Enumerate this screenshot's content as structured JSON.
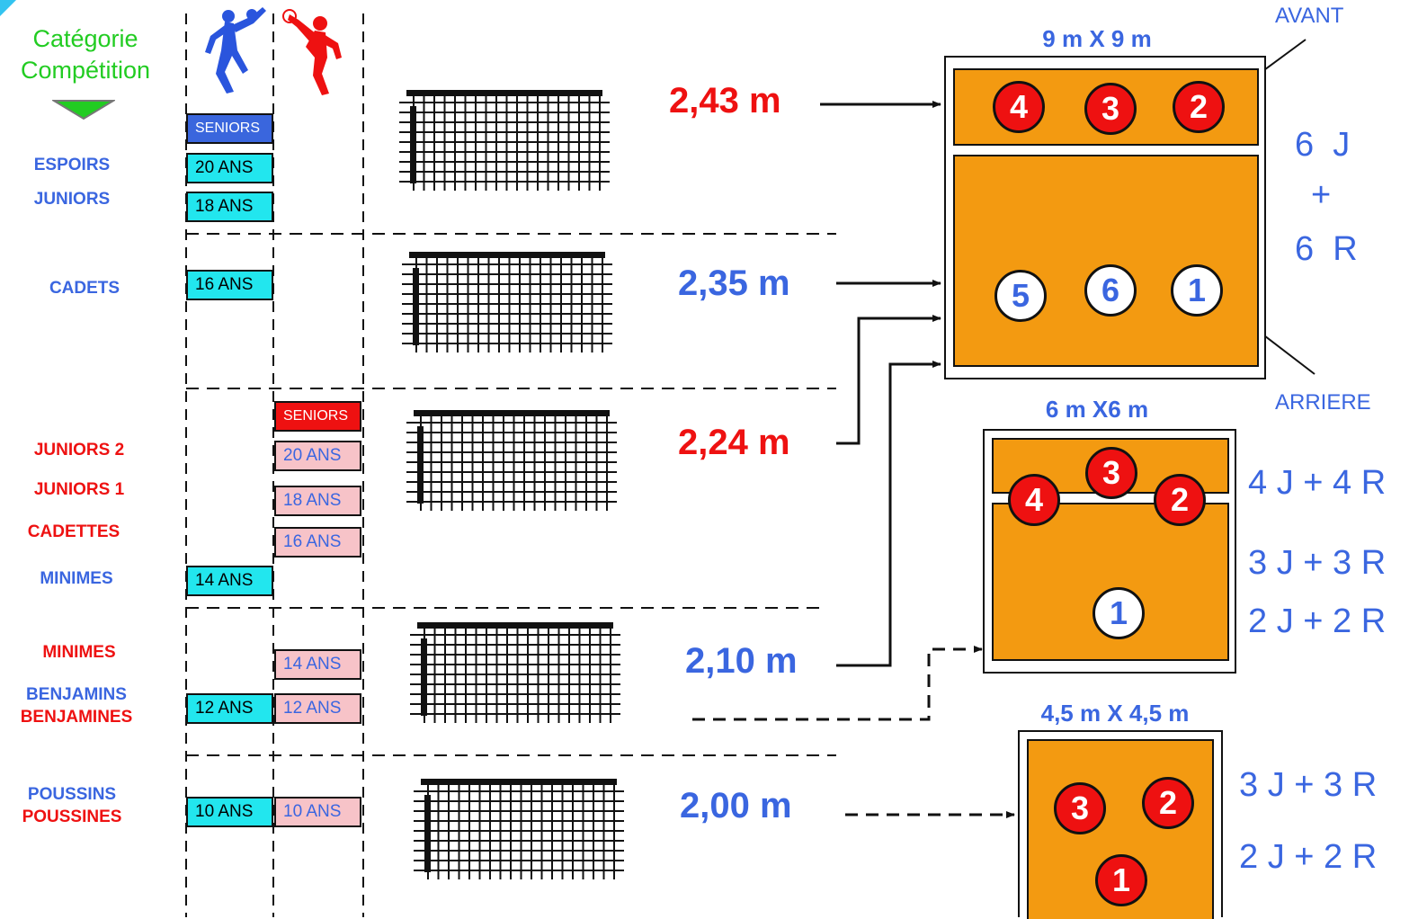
{
  "header": {
    "category_line1": "Catégorie",
    "category_line2": "Compétition"
  },
  "categories": [
    {
      "label": "ESPOIRS",
      "color": "blue"
    },
    {
      "label": "JUNIORS",
      "color": "blue"
    },
    {
      "label": "CADETS",
      "color": "blue"
    },
    {
      "label": "JUNIORS 2",
      "color": "red"
    },
    {
      "label": "JUNIORS 1",
      "color": "red"
    },
    {
      "label": "CADETTES",
      "color": "red"
    },
    {
      "label": "MINIMES",
      "color": "blue"
    },
    {
      "label": "MINIMES",
      "color": "red"
    },
    {
      "label": "BENJAMINS",
      "color": "blue"
    },
    {
      "label": "BENJAMINES",
      "color": "red"
    },
    {
      "label": "POUSSINS",
      "color": "blue"
    },
    {
      "label": "POUSSINES",
      "color": "red"
    }
  ],
  "male_tags": [
    "SENIORS",
    "20 ANS",
    "18 ANS",
    "16 ANS",
    "14 ANS",
    "12 ANS",
    "10 ANS"
  ],
  "female_tags": [
    "SENIORS",
    "20 ANS",
    "18 ANS",
    "16 ANS",
    "14 ANS",
    "12 ANS",
    "10 ANS"
  ],
  "net_heights": [
    {
      "value": "2,43 m",
      "color": "red"
    },
    {
      "value": "2,35 m",
      "color": "blue"
    },
    {
      "value": "2,24 m",
      "color": "red"
    },
    {
      "value": "2,10 m",
      "color": "blue"
    },
    {
      "value": "2,00 m",
      "color": "blue"
    }
  ],
  "courts": [
    {
      "dimension": "9 m X 9 m",
      "front_label": "AVANT",
      "back_label": "ARRIERE",
      "front_players": [
        "4",
        "3",
        "2"
      ],
      "back_players": [
        "5",
        "6",
        "1"
      ],
      "players_text": [
        "6  J",
        "+",
        "6  R"
      ]
    },
    {
      "dimension": "6 m X6 m",
      "front_players": [
        "4",
        "3",
        "2"
      ],
      "back_players": [
        "1"
      ],
      "players_text": [
        "4 J + 4 R",
        "3 J + 3 R",
        "2 J + 2 R"
      ]
    },
    {
      "dimension": "4,5 m X 4,5 m",
      "players": [
        "3",
        "2",
        "1"
      ],
      "players_text": [
        "3 J + 3 R",
        "2 J + 2 R"
      ]
    }
  ],
  "colors": {
    "blue": "#3a66e0",
    "red": "#ee1111",
    "green": "#22cc22",
    "orange": "#f39a11",
    "cyan": "#22e6ee",
    "pink": "#f7c3c8"
  },
  "icons": [
    "male-volleyball-player-icon",
    "female-volleyball-player-icon",
    "down-arrow-icon",
    "volleyball-net-icon"
  ]
}
